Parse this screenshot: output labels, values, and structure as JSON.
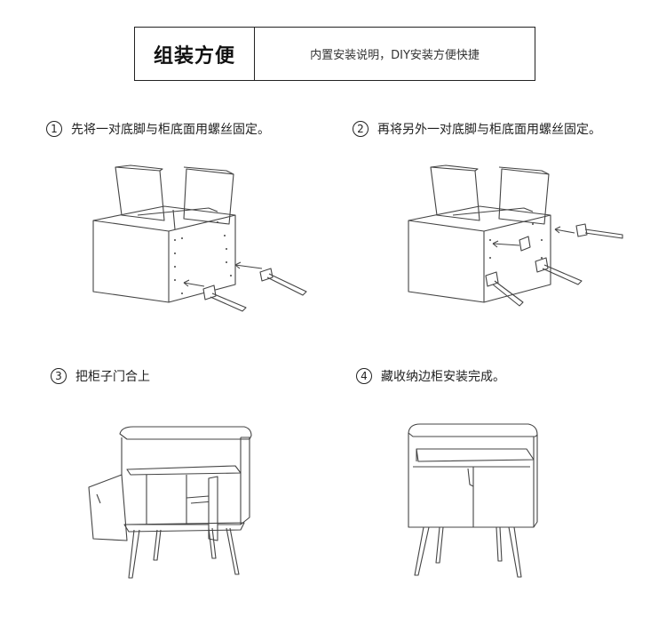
{
  "header": {
    "title": "组装方便",
    "description": "内置安装说明，DIY安装方便快捷"
  },
  "steps": [
    {
      "number": "1",
      "text": "先将一对底脚与柜底面用螺丝固定。"
    },
    {
      "number": "2",
      "text": "再将另外一对底脚与柜底面用螺丝固定。"
    },
    {
      "number": "3",
      "text": "把柜子门合上"
    },
    {
      "number": "4",
      "text": "藏收纳边柜安装完成。"
    }
  ]
}
